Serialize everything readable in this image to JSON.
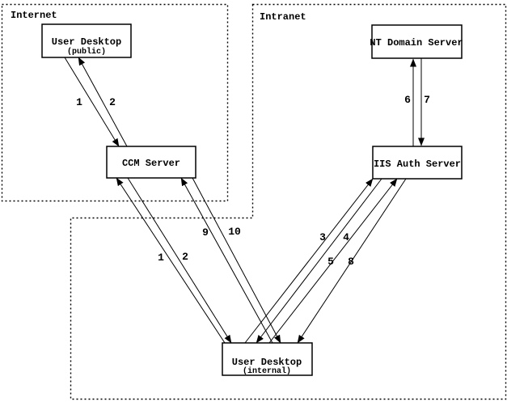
{
  "diagram": {
    "zones": [
      {
        "id": "internet",
        "label": "Internet"
      },
      {
        "id": "intranet",
        "label": "Intranet"
      }
    ],
    "nodes": [
      {
        "id": "user-desktop-public",
        "label": "User Desktop",
        "sublabel": "(public)"
      },
      {
        "id": "ccm-server",
        "label": "CCM Server",
        "sublabel": ""
      },
      {
        "id": "nt-domain-server",
        "label": "NT Domain Server",
        "sublabel": ""
      },
      {
        "id": "iis-auth-server",
        "label": "IIS Auth Server",
        "sublabel": ""
      },
      {
        "id": "user-desktop-internal",
        "label": "User Desktop",
        "sublabel": "(internal)"
      }
    ],
    "edges": [
      {
        "label": "1",
        "from": "user-desktop-public",
        "to": "ccm-server"
      },
      {
        "label": "2",
        "from": "ccm-server",
        "to": "user-desktop-public"
      },
      {
        "label": "1",
        "from": "user-desktop-internal",
        "to": "ccm-server"
      },
      {
        "label": "2",
        "from": "ccm-server",
        "to": "user-desktop-internal"
      },
      {
        "label": "9",
        "from": "user-desktop-internal",
        "to": "ccm-server"
      },
      {
        "label": "10",
        "from": "ccm-server",
        "to": "user-desktop-internal"
      },
      {
        "label": "3",
        "from": "user-desktop-internal",
        "to": "iis-auth-server"
      },
      {
        "label": "4",
        "from": "iis-auth-server",
        "to": "user-desktop-internal"
      },
      {
        "label": "5",
        "from": "user-desktop-internal",
        "to": "iis-auth-server"
      },
      {
        "label": "8",
        "from": "iis-auth-server",
        "to": "user-desktop-internal"
      },
      {
        "label": "6",
        "from": "iis-auth-server",
        "to": "nt-domain-server"
      },
      {
        "label": "7",
        "from": "nt-domain-server",
        "to": "iis-auth-server"
      }
    ],
    "colors": {
      "line": "#000000",
      "background": "#ffffff"
    }
  }
}
